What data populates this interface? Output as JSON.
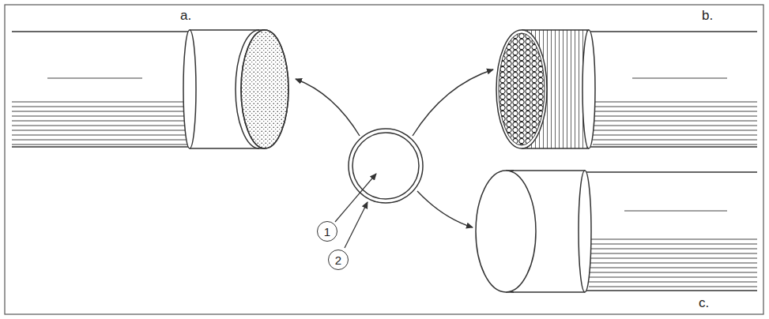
{
  "diagram": {
    "nodes": [
      {
        "text": [
          "1"
        ]
      },
      {
        "text": [
          "2"
        ]
      }
    ],
    "labels": [
      "a.",
      "b.",
      "c."
    ]
  }
}
